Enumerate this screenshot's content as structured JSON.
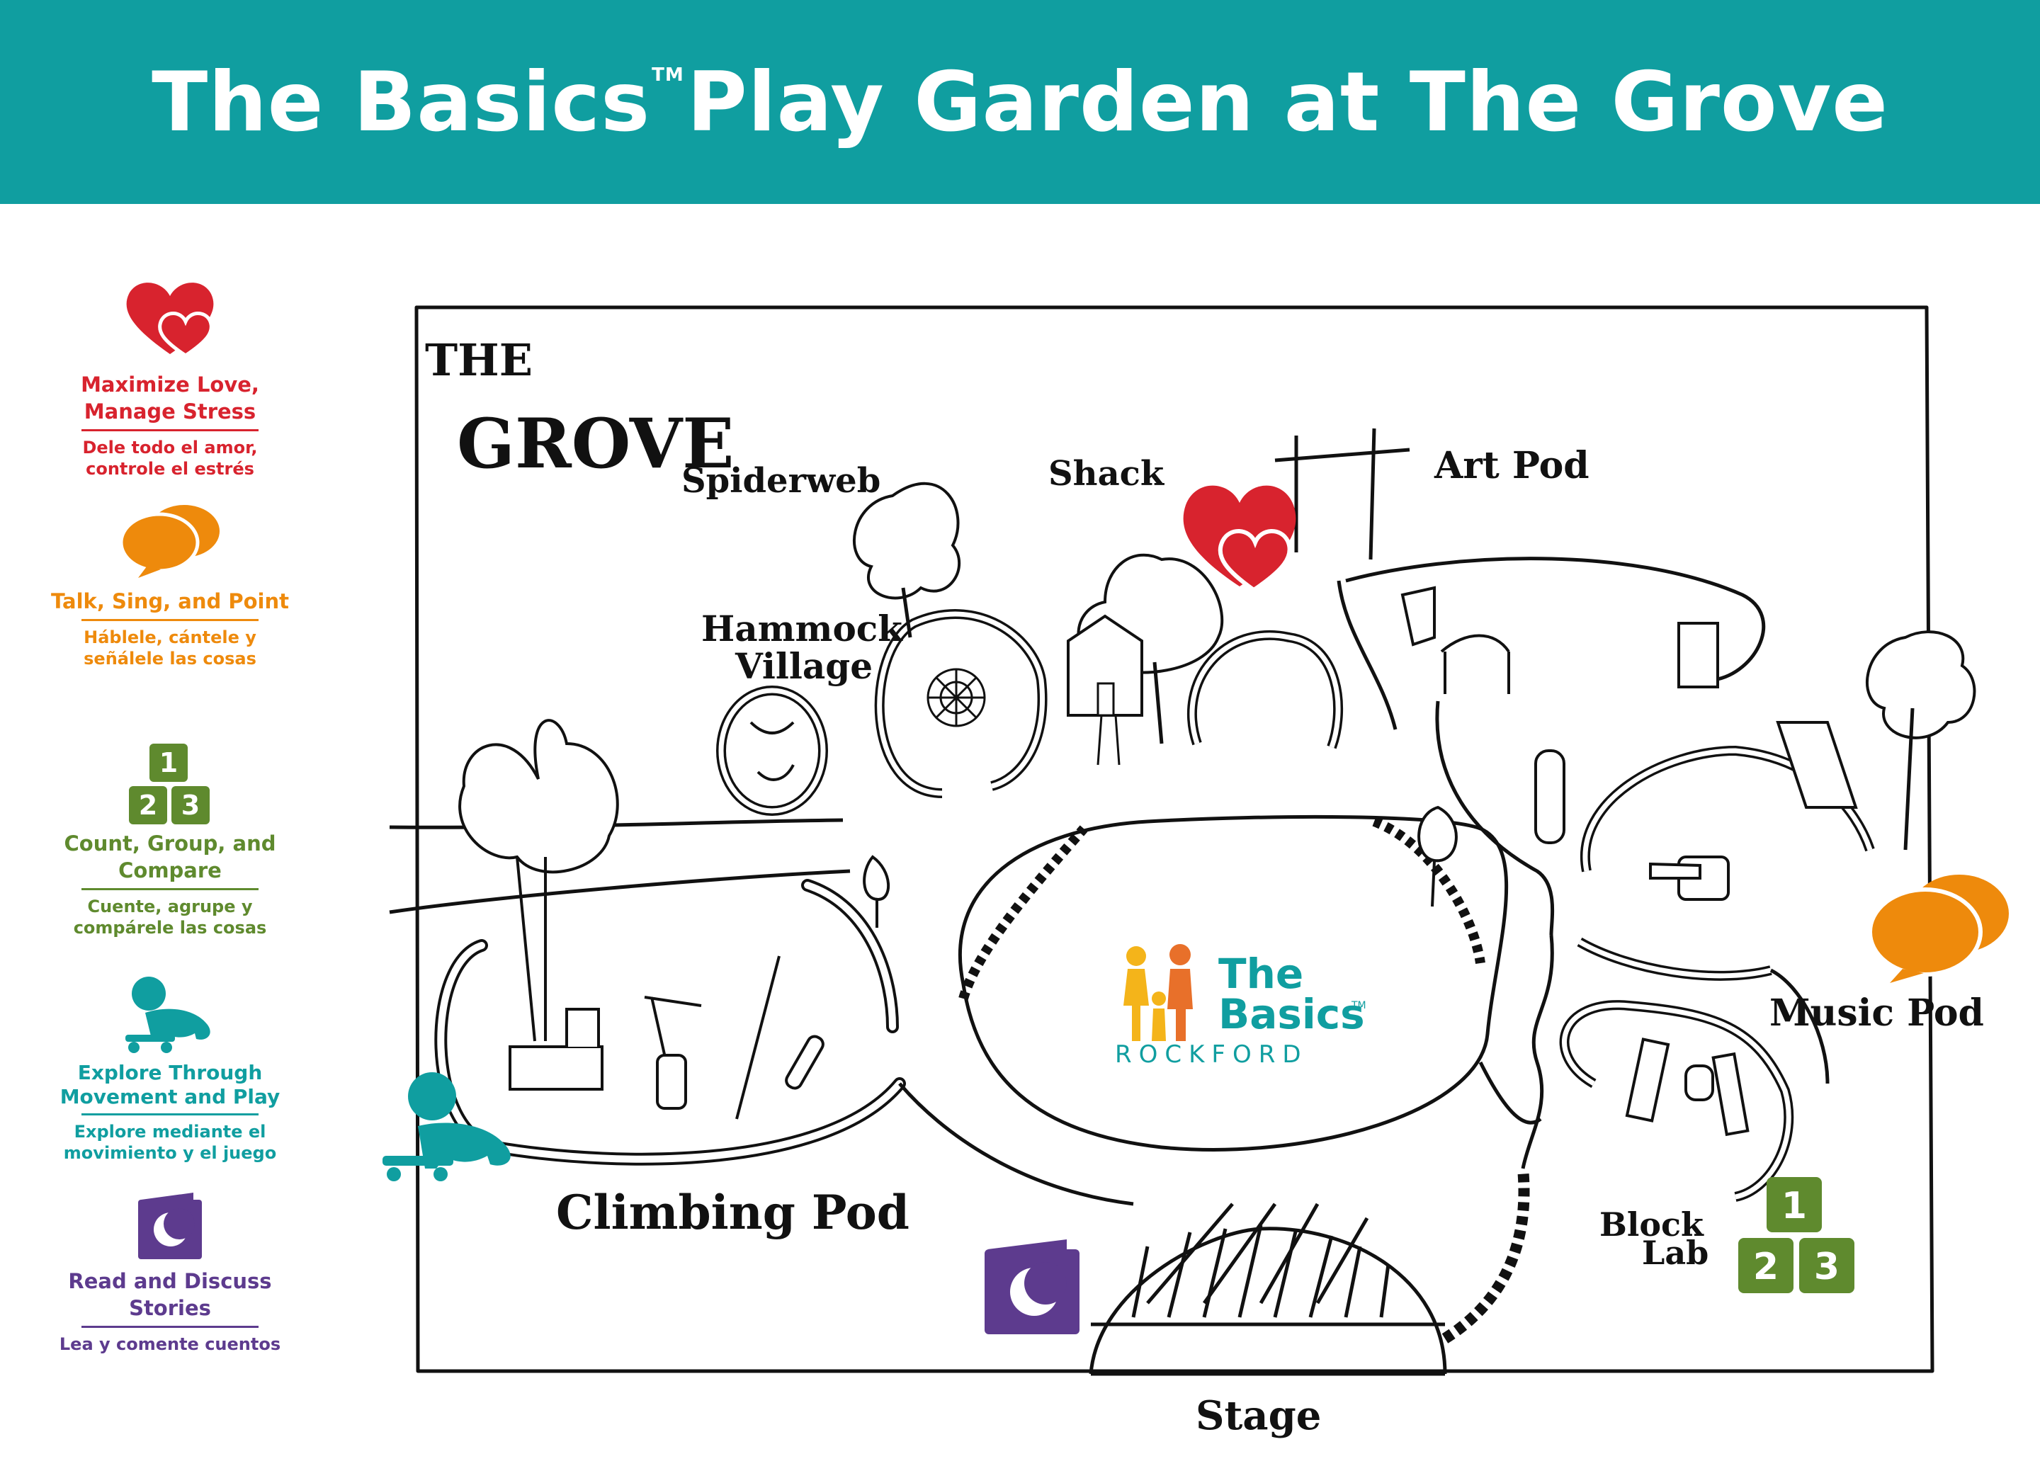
{
  "banner": {
    "title_part1": "The Basics",
    "trademark": "TM",
    "title_part2": "Play Garden at The Grove"
  },
  "legend": [
    {
      "icon": "hearts-icon",
      "color": "#d8232e",
      "en": "Maximize Love, Manage Stress",
      "es": "Dele todo el amor, controle el estrés"
    },
    {
      "icon": "speech-bubbles-icon",
      "color": "#ee8a0c",
      "en": "Talk, Sing, and Point",
      "es": "Háblele, cántele y señálele las cosas"
    },
    {
      "icon": "number-blocks-icon",
      "color": "#5f8a2e",
      "en": "Count, Group, and Compare",
      "es": "Cuente, agrupe y compárele las cosas"
    },
    {
      "icon": "crawling-baby-icon",
      "color": "#109ea0",
      "en": "Explore Through Movement and Play",
      "es": "Explore mediante el movimiento y el juego"
    },
    {
      "icon": "storybook-icon",
      "color": "#5d3b8e",
      "en": "Read and Discuss Stories",
      "es": "Lea y comente cuentos"
    }
  ],
  "blocks": {
    "b1": "1",
    "b2": "2",
    "b3": "3"
  },
  "map": {
    "grove_line1": "THE",
    "grove_line2": "GROVE",
    "spiderweb": "Spiderweb",
    "shack": "Shack",
    "art_pod": "Art Pod",
    "hammock_line1": "Hammock",
    "hammock_line2": "Village",
    "music_pod": "Music Pod",
    "climbing_pod": "Climbing Pod",
    "block_line1": "Block",
    "block_line2": "Lab",
    "stage": "Stage"
  },
  "logo": {
    "line1": "The",
    "line2": "Basics",
    "trademark": "TM",
    "line3": "ROCKFORD"
  },
  "colors": {
    "teal": "#109ea0",
    "red": "#d8232e",
    "orange": "#ee8a0c",
    "green": "#5f8a2e",
    "purple": "#5d3b8e"
  }
}
